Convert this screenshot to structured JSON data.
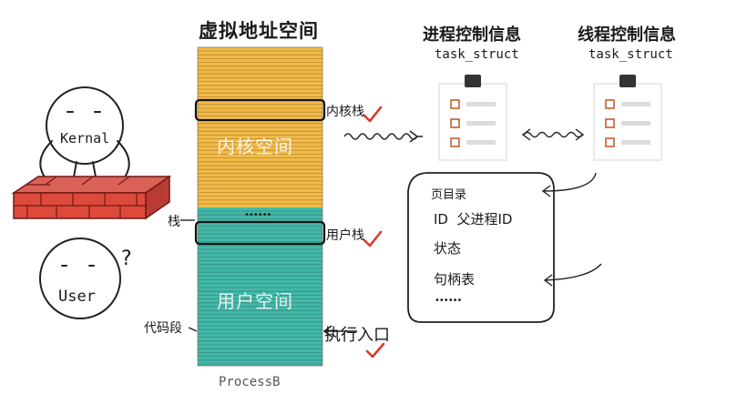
{
  "vas": {
    "title": "虚拟地址空间",
    "kernel_space": "内核空间",
    "user_space": "用户空间",
    "dots": "••••••",
    "process_name": "ProcessB",
    "colors": {
      "kernel": "#f1bb4a",
      "user": "#43b8a9"
    }
  },
  "left_labels": {
    "stack": "栈",
    "code_segment": "代码段"
  },
  "right_labels": {
    "kernel_stack": "内核栈",
    "user_stack": "用户栈",
    "entry": "执行入口"
  },
  "characters": {
    "kernel": "Kernal",
    "user": "User",
    "question": "?"
  },
  "process_control": {
    "title": "进程控制信息",
    "struct": "task_struct"
  },
  "thread_control": {
    "title": "线程控制信息",
    "struct": "task_struct"
  },
  "info_box": {
    "page_dir": "页目录",
    "id_line": "ID  父进程ID",
    "state": "状态",
    "handles": "句柄表",
    "more": "••••••"
  },
  "accent": "#d93a2b"
}
